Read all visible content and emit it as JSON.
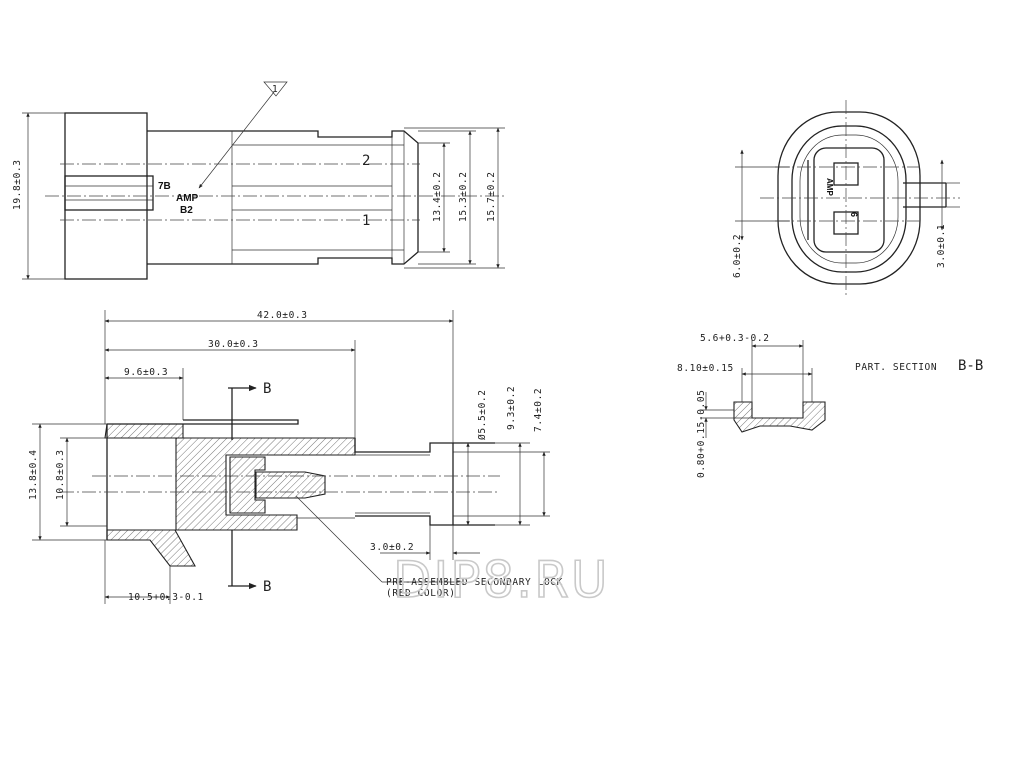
{
  "views": {
    "top": {
      "label_height": "19.8±0.3",
      "dims": [
        "13.4±0.2",
        "15.3±0.2",
        "15.7±0.2"
      ],
      "marking": {
        "line1": "7B",
        "line2": "AMP",
        "line3": "B2"
      },
      "callout": "1",
      "pin_labels": [
        "2",
        "1"
      ]
    },
    "end": {
      "dims": [
        "6.0±0.2",
        "3.0±0.1"
      ],
      "marking": {
        "amp": "AMP",
        "num": "6"
      }
    },
    "section": {
      "overall_dims": [
        "42.0±0.3",
        "30.0±0.3",
        "9.6±0.3"
      ],
      "left_dims": [
        "13.8±0.4",
        "10.8±0.3"
      ],
      "right_dims": [
        "Ø5.5±0.2",
        "9.3±0.2",
        "7.4±0.2"
      ],
      "bottom_dims": [
        "3.0±0.2",
        "10.5+0.3-0.1"
      ],
      "section_marks": [
        "B",
        "B"
      ],
      "lock_note": {
        "line1": "PRE-ASSEMBLED SECONDARY LOCK",
        "line2": "(RED COLOR)"
      }
    },
    "part_section": {
      "title": "PART. SECTION",
      "id": "B-B",
      "dims": [
        "5.6+0.3-0.2",
        "8.10±0.15",
        "0.80+0.15-0.05"
      ]
    }
  },
  "watermark": "DIP8.RU",
  "colors": {
    "line": "#222222",
    "watermark": "#c9c9c9",
    "background": "#ffffff"
  }
}
